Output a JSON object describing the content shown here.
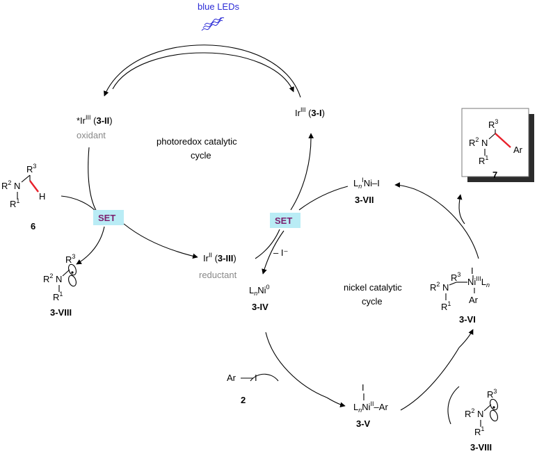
{
  "light": {
    "label": "blue LEDs"
  },
  "photoredox": {
    "cycle_label_line1": "photoredox catalytic",
    "cycle_label_line2": "cycle",
    "ir_excited": {
      "prefix": "*Ir",
      "ox": "III",
      "paren_open": " (",
      "code": "3-II",
      "paren_close": ")",
      "role": "oxidant"
    },
    "ir_ground": {
      "prefix": "Ir",
      "ox": "III",
      "paren_open": " (",
      "code": "3-I",
      "paren_close": ")"
    },
    "ir_reduced": {
      "prefix": "Ir",
      "ox": "II",
      "paren_open": " (",
      "code": "3-III",
      "paren_close": ")",
      "role": "reductant"
    },
    "set_label_left": "SET",
    "set_label_right": "SET"
  },
  "nickel": {
    "cycle_label_line1": "nickel catalytic",
    "cycle_label_line2": "cycle",
    "ni_i": {
      "l": "L",
      "n": "n",
      "ox": "I",
      "rest": "Ni–I",
      "code": "3-VII"
    },
    "ni_0": {
      "l": "L",
      "n": "n",
      "ni": "Ni",
      "ox": "0",
      "code": "3-IV"
    },
    "ni_ii": {
      "i": "I",
      "l": "L",
      "n": "n",
      "ni": "Ni",
      "ox": "II",
      "rest": "–Ar",
      "code": "3-V"
    },
    "ni_iii": {
      "r3": "R",
      "r3s": "3",
      "r2": "R",
      "r2s": "2",
      "n": "N",
      "r1": "R",
      "r1s": "1",
      "i": "I",
      "ni": "Ni",
      "ox": "III",
      "l": "L",
      "ln": "n",
      "ar": "Ar",
      "code": "3-VI"
    },
    "iodide_loss": "– I⁻"
  },
  "substrates": {
    "amine": {
      "r3": "R",
      "r3s": "3",
      "r2": "R",
      "r2s": "2",
      "n": "N",
      "r1": "R",
      "r1s": "1",
      "h": "H",
      "code": "6"
    },
    "aryl_iodide": {
      "ar": "Ar",
      "i": "I",
      "code": "2"
    },
    "radical_left": {
      "r3": "R",
      "r3s": "3",
      "r2": "R",
      "r2s": "2",
      "n": "N",
      "r1": "R",
      "r1s": "1",
      "code": "3-VIII"
    },
    "radical_right": {
      "r3": "R",
      "r3s": "3",
      "r2": "R",
      "r2s": "2",
      "n": "N",
      "r1": "R",
      "r1s": "1",
      "code": "3-VIII"
    }
  },
  "product": {
    "r3": "R",
    "r3s": "3",
    "r2": "R",
    "r2s": "2",
    "n": "N",
    "r1": "R",
    "r1s": "1",
    "ar": "Ar",
    "code": "7"
  },
  "colors": {
    "bond_highlight": "#e8202a",
    "set_box": "#b9ecf5",
    "set_text": "#7b1f6e",
    "led_text": "#2a2ad6",
    "role_text": "#888888"
  }
}
